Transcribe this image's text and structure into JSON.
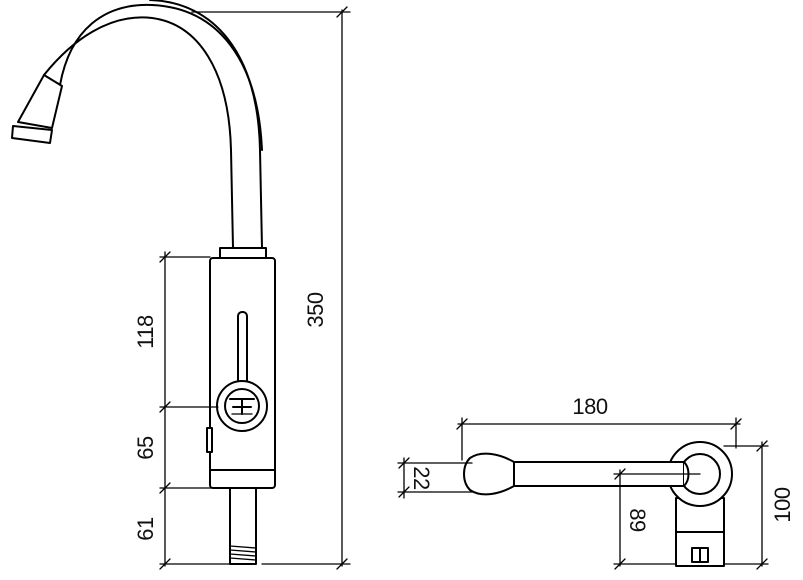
{
  "dimensions": {
    "total_height": "350",
    "body_height": "118",
    "lower_body": "65",
    "pipe_length": "61",
    "spout_reach": "180",
    "handle_width": "22",
    "side_offset": "89",
    "side_height": "100"
  },
  "colors": {
    "line": "#000000",
    "background": "#ffffff"
  },
  "icons": {
    "logo": "faucet-logo-icon"
  }
}
